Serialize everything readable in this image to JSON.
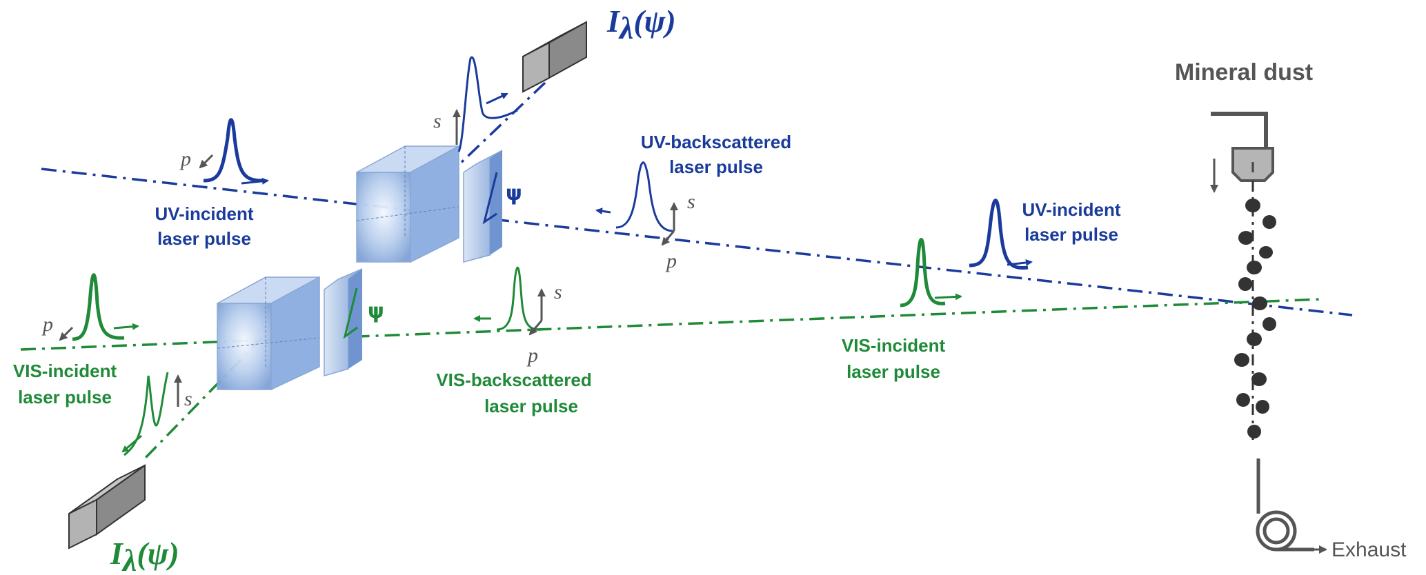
{
  "colors": {
    "uv": "#1a3b9c",
    "vis": "#1f8a38",
    "gray": "#555555",
    "cube": "#9fbde6",
    "detector": "#a9a9a9"
  },
  "labels": {
    "intensity_top": "I",
    "intensity_top_sub": "λ",
    "intensity_top_arg": "(ψ)",
    "intensity_bottom": "I",
    "intensity_bottom_sub": "λ",
    "intensity_bottom_arg": "(ψ)",
    "mineral_dust": "Mineral dust",
    "exhaust": "Exhaust",
    "uv_backscattered_1": "UV-backscattered",
    "uv_backscattered_2": "laser pulse",
    "uv_incident_left_1": "UV-incident",
    "uv_incident_left_2": "laser pulse",
    "uv_incident_right_1": "UV-incident",
    "uv_incident_right_2": "laser pulse",
    "vis_incident_left_1": "VIS-incident",
    "vis_incident_left_2": "laser pulse",
    "vis_incident_right_1": "VIS-incident",
    "vis_incident_right_2": "laser pulse",
    "vis_backscattered_1": "VIS-backscattered",
    "vis_backscattered_2": "laser pulse",
    "psi": "ψ",
    "s": "s",
    "p": "p"
  }
}
